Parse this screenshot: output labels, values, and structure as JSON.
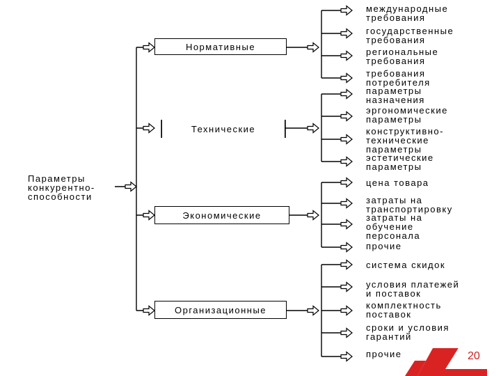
{
  "root": {
    "lines": [
      "Параметры",
      "конкурентно-",
      "способности"
    ]
  },
  "categories": [
    {
      "id": "normative",
      "label": "Нормативные",
      "items": [
        [
          "международные",
          "требования"
        ],
        [
          "государственные",
          "требования"
        ],
        [
          "региональные",
          "требования"
        ],
        [
          "требования",
          "потребителя"
        ]
      ]
    },
    {
      "id": "technical",
      "label": "Технические",
      "items": [
        [
          "параметры",
          "назначения"
        ],
        [
          "эргономические",
          "параметры"
        ],
        [
          "конструктивно-",
          "технические",
          "параметры"
        ],
        [
          "эстетические",
          "параметры"
        ]
      ]
    },
    {
      "id": "economic",
      "label": "Экономические",
      "items": [
        [
          "цена товара"
        ],
        [
          "затраты на",
          "транспортировку"
        ],
        [
          "затраты на",
          "обучение",
          "персонала"
        ],
        [
          "прочие"
        ]
      ]
    },
    {
      "id": "organizational",
      "label": "Организационные",
      "items": [
        [
          "система скидок"
        ],
        [
          "условия платежей",
          "и поставок"
        ],
        [
          "комплектность",
          "поставок"
        ],
        [
          "сроки и условия",
          "гарантий"
        ],
        [
          "прочие"
        ]
      ]
    }
  ],
  "slide": {
    "number": "20",
    "accent_color": "#d92323"
  }
}
